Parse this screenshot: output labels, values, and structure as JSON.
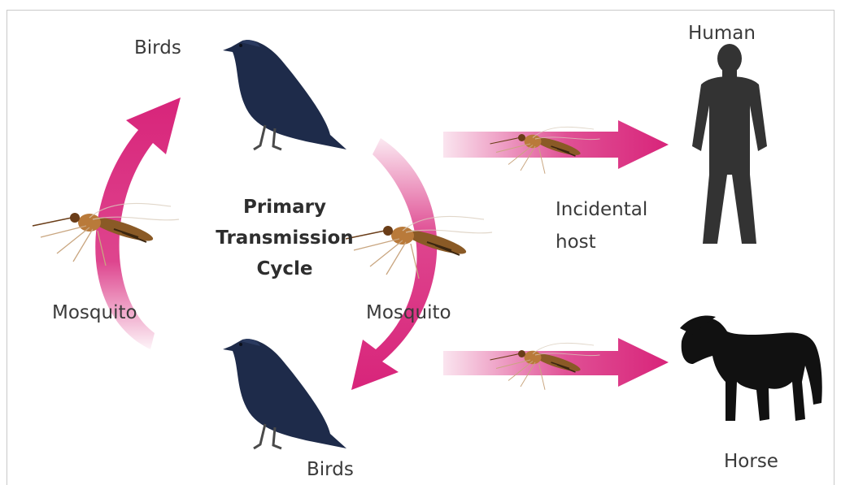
{
  "labels": {
    "birds_top": "Birds",
    "birds_bottom": "Birds",
    "human": "Human",
    "horse": "Horse",
    "mosquito_left": "Mosquito",
    "mosquito_right": "Mosquito",
    "incidental_line1": "Incidental",
    "incidental_line2": "host",
    "center_line1": "Primary",
    "center_line2": "Transmission",
    "center_line3": "Cycle"
  },
  "colors": {
    "arrow": "#d8247a",
    "arrow_light": "#f3b6d2",
    "crow": "#1e2b4a",
    "silhouette": "#333333",
    "text": "#3a3a3a"
  }
}
